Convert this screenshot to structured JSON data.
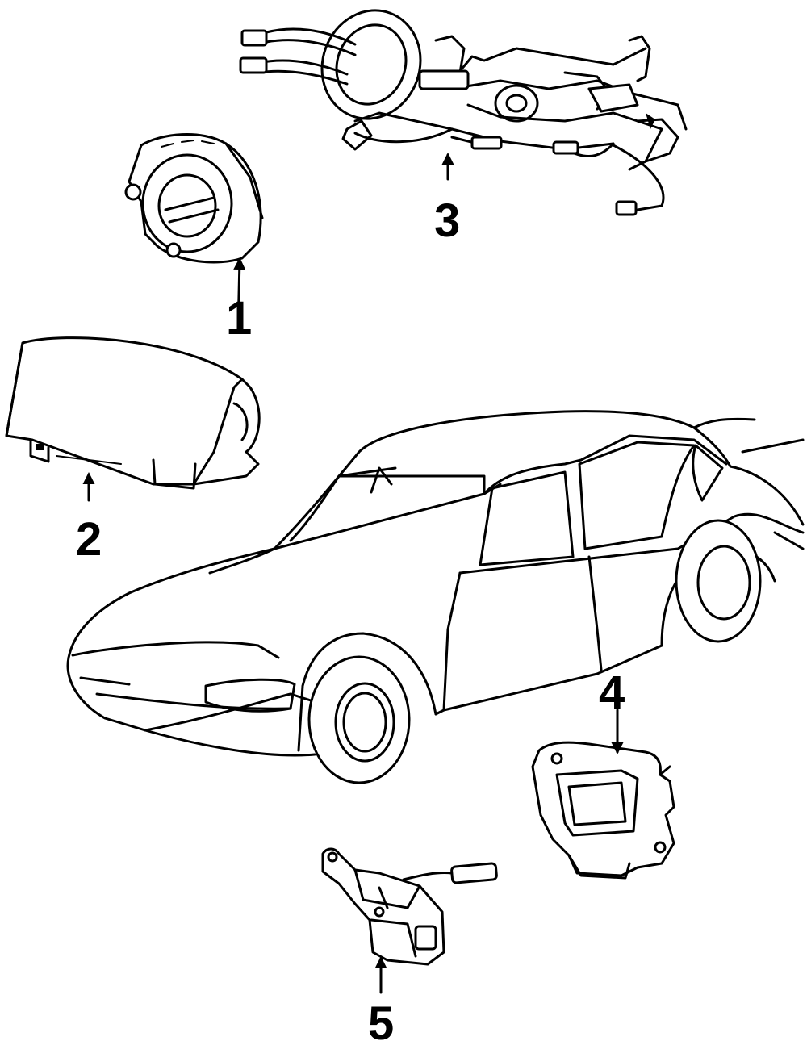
{
  "diagram": {
    "style": "black line-art exploded parts diagram",
    "colors": {
      "line": "#000000",
      "background": "#ffffff"
    },
    "callouts": [
      {
        "id": "1",
        "label": "1",
        "points_to": "clockspring"
      },
      {
        "id": "2",
        "label": "2",
        "points_to": "passenger-airbag-module"
      },
      {
        "id": "3",
        "label": "3",
        "points_to": "steering-column-wiring"
      },
      {
        "id": "4",
        "label": "4",
        "points_to": "airbag-control-module"
      },
      {
        "id": "5",
        "label": "5",
        "points_to": "impact-sensor"
      }
    ]
  }
}
